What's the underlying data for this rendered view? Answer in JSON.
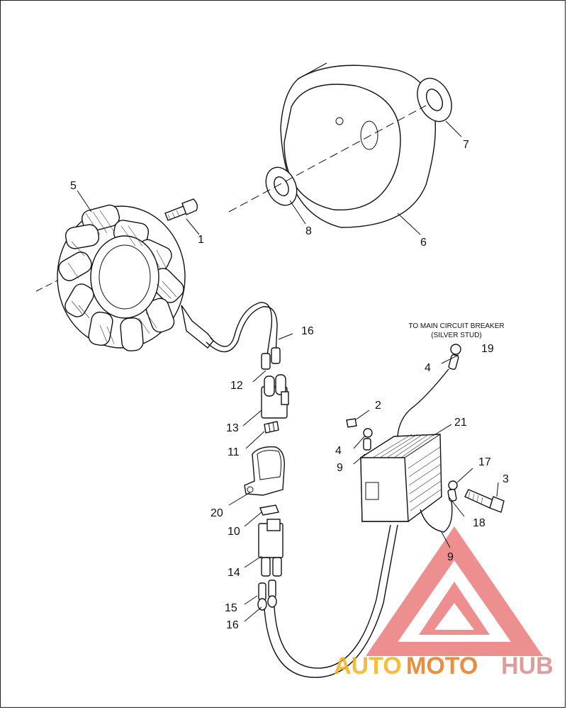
{
  "caption": {
    "line1": "TO MAIN CIRCUIT BREAKER",
    "line2": "(SILVER STUD)"
  },
  "callouts": {
    "c1": "1",
    "c2": "2",
    "c3": "3",
    "c4a": "4",
    "c4b": "4",
    "c5": "5",
    "c6": "6",
    "c7": "7",
    "c8": "8",
    "c9a": "9",
    "c9b": "9",
    "c10": "10",
    "c11": "11",
    "c12": "12",
    "c13": "13",
    "c14": "14",
    "c15": "15",
    "c16a": "16",
    "c16b": "16",
    "c17": "17",
    "c18": "18",
    "c19": "19",
    "c20": "20",
    "c21": "21"
  },
  "watermark": {
    "auto": "AUTO",
    "moto": "MOTO",
    "hub": "HUB",
    "color_red": "#e65a5a",
    "color_yellow": "#f3b21c"
  }
}
